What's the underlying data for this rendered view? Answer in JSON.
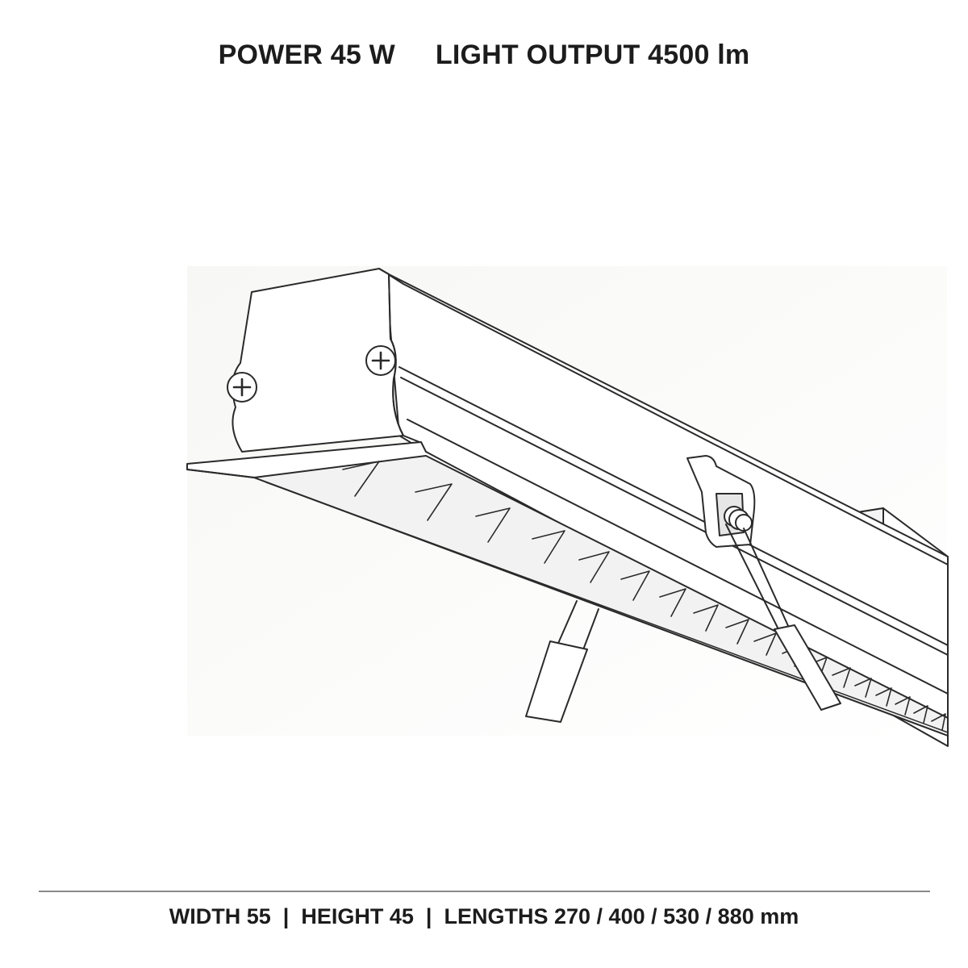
{
  "header": {
    "power": "POWER 45 W",
    "light_output": "LIGHT OUTPUT 4500 lm"
  },
  "footer": {
    "width": "WIDTH 55",
    "separator": "|",
    "height": "HEIGHT 45",
    "lengths": "LENGTHS 270 / 400 / 530 / 880 mm"
  },
  "icons": {
    "screw_left": "phillips-screw-icon",
    "screw_right": "phillips-screw-icon",
    "spring_clip": "spring-clip-icon"
  },
  "colors": {
    "line": "#2a2a2a",
    "text": "#1c1c1c",
    "divider": "#8a8a8a",
    "fill": "#ffffff",
    "shade": "#ececec"
  }
}
